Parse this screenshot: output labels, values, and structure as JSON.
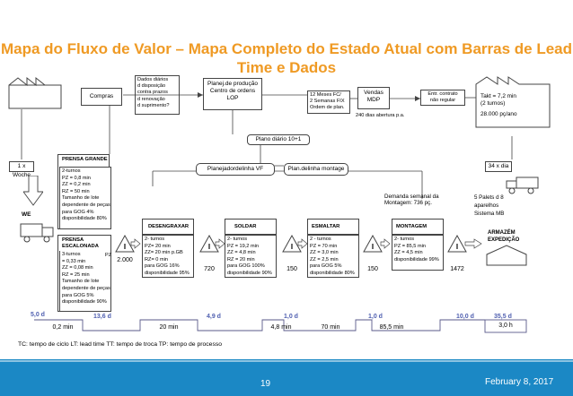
{
  "title": "Mapa do Fluxo de Valor – Mapa Completo do Estado Atual com Barras de Lead Time e Dados",
  "supplier": {
    "label": "Compras"
  },
  "supplier_note": [
    "Dados diários",
    "d disposição",
    "contra prazos",
    "d renovação",
    "d suprimento?"
  ],
  "planning": {
    "line1": "Planej.de produção",
    "line2": "Centro de ordens",
    "line3": "LOP"
  },
  "forecast": {
    "line1": "12 Meses FC/",
    "line2": "2 Semanas FIX",
    "line3": "Ordem de plan."
  },
  "sales": {
    "line1": "Vendas",
    "line2": "MDP"
  },
  "sales_note": "240 dias abertura p.a.",
  "contract": {
    "line1": "Entr. contrato",
    "line2": "não regular"
  },
  "customer": {
    "takt1": "Takt = 7,2 min",
    "takt2": "(2 turnos)",
    "demand": "28.000 pç/ano"
  },
  "plan_daily": "Plano diário 10+1",
  "plan_line_vf": "Planejadordelinha VF",
  "plan_line_assembly": "Plan.delinha montage",
  "supplier_freq": "1 x Woche",
  "customer_freq": "34 x dia",
  "we_label": "WE",
  "demand_label": {
    "line1": "Demanda semanal da",
    "line2": "Montagem:  736 pç."
  },
  "pallet_note": {
    "line1": "5 Palets d  8",
    "line2": "aparelhos",
    "line3": "Sistema MB"
  },
  "warehouse": {
    "line1": "ARMAZÉM",
    "line2": "EXPEDIÇÃO"
  },
  "press_big": {
    "title": "PRENSA GRANDE",
    "data": [
      "2-turnos",
      "PZ = 0,8 min",
      "ZZ = 0,2 min",
      "RZ = 50 min",
      "Tamanho de lote",
      "dependente de peças",
      "para GOG 4%",
      "disponibilidade 80%"
    ]
  },
  "press_step": {
    "title": "PRENSA ESCALONADA",
    "data": [
      "3-turnos",
      "= 0,33 min",
      "ZZ = 0,08 min",
      "RZ = 25 min",
      "Tamanho de lote",
      "dependente de peças",
      "para GOG 5%",
      "disponibilidade 90%"
    ],
    "pz": "PZ"
  },
  "processes": [
    {
      "title": "DESENGRAXAR",
      "data": [
        "2- turnos",
        "PZ= 20 min",
        "ZZ= 20 min p.GB",
        "RZ= 0 min",
        "para GOG 16%",
        "disponibilidade 95%"
      ]
    },
    {
      "title": "SOLDAR",
      "data": [
        "2- turnos",
        "PZ = 19,2 min",
        "ZZ = 4,8 min",
        "RZ = 20 min",
        "para GOG 100%",
        "disponibilidade 90%"
      ]
    },
    {
      "title": "ESMALTAR",
      "data": [
        "2 - turnos",
        "PZ = 70 min",
        "ZZ = 3,0 min",
        "ZZ = 2,5 min",
        "para GOG 5%",
        "disponibilidade 80%"
      ]
    },
    {
      "title": "MONTAGEM",
      "data": [
        "2- turnos",
        "PZ = 85,5 min",
        "ZZ = 4,5 min",
        "disponibilidade 99%"
      ]
    }
  ],
  "inventories": [
    "2.000",
    "720",
    "150",
    "150",
    "1472"
  ],
  "lead_times": [
    "5,0 d",
    "13,6 d",
    "4,9 d",
    "1,0 d",
    "1,0 d",
    "10,0 d",
    "35,5 d"
  ],
  "process_times": [
    "0,2 min",
    "20 min",
    "4,8 min",
    "70 min",
    "85,5 min",
    "3,0 h"
  ],
  "legend": "TC: tempo de ciclo    LT: lead  time    TT: tempo de troca    TP: tempo de processo",
  "page_number": "19",
  "date": "February 8, 2017",
  "colors": {
    "title": "#ef9a24",
    "footer": "#1b88c5",
    "lead_time": "#4f5fb0"
  }
}
